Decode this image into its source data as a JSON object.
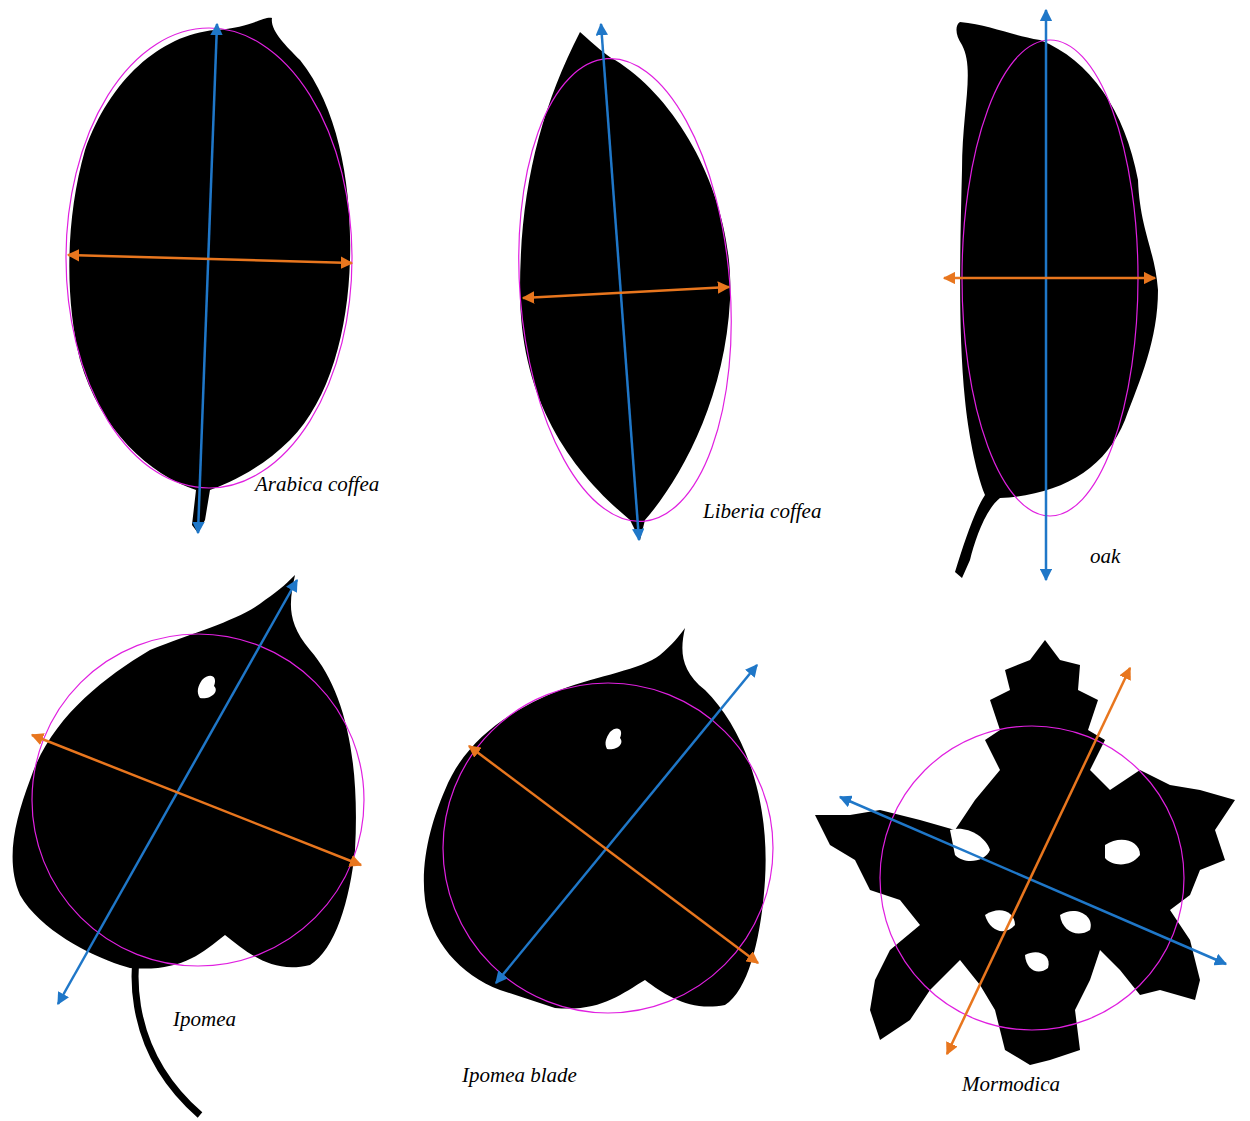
{
  "diagram": {
    "labels": [
      "Arabica coffea",
      "Liberia coffea",
      "oak",
      "Ipomea",
      "Ipomea blade",
      "Mormodica"
    ]
  }
}
